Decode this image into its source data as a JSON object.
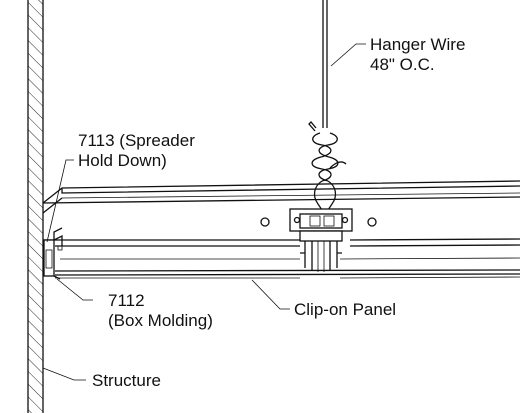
{
  "labels": {
    "hanger_wire_line1": "Hanger Wire",
    "hanger_wire_line2": "48\" O.C.",
    "spreader_line1": "7113 (Spreader",
    "spreader_line2": "Hold Down)",
    "box_molding_line1": "7112",
    "box_molding_line2": "(Box Molding)",
    "clip_on_panel": "Clip-on Panel",
    "structure": "Structure"
  }
}
